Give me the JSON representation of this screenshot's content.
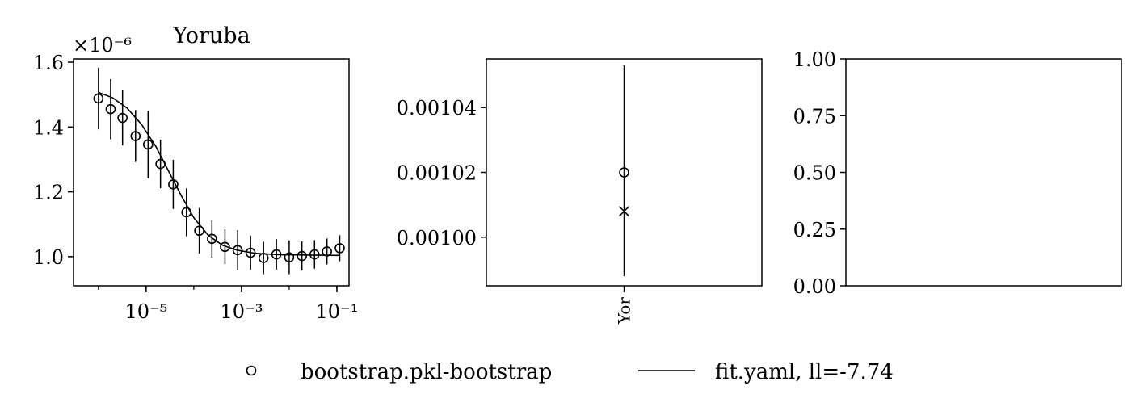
{
  "chart_data": [
    {
      "type": "scatter",
      "title": "Yoruba",
      "scale_label": "×10⁻⁶",
      "x_scale": "log",
      "xlim": [
        3e-07,
        0.18
      ],
      "ylim": [
        0.91,
        1.61
      ],
      "x_ticks": [
        1e-05,
        0.001,
        0.1
      ],
      "x_tick_labels": [
        "10⁻⁵",
        "10⁻³",
        "10⁻¹"
      ],
      "y_ticks": [
        1.0,
        1.2,
        1.4,
        1.6
      ],
      "y_tick_labels": [
        "1.0",
        "1.2",
        "1.4",
        "1.6"
      ],
      "series": [
        {
          "name": "bootstrap.pkl-bootstrap",
          "style": "open-circle-errorbar",
          "points": [
            {
              "x": 1e-06,
              "y": 1.488,
              "err": 0.095
            },
            {
              "x": 1.8e-06,
              "y": 1.455,
              "err": 0.093
            },
            {
              "x": 3.2e-06,
              "y": 1.428,
              "err": 0.085
            },
            {
              "x": 6e-06,
              "y": 1.372,
              "err": 0.08
            },
            {
              "x": 1.1e-05,
              "y": 1.346,
              "err": 0.104
            },
            {
              "x": 2e-05,
              "y": 1.286,
              "err": 0.075
            },
            {
              "x": 3.7e-05,
              "y": 1.223,
              "err": 0.076
            },
            {
              "x": 7e-05,
              "y": 1.137,
              "err": 0.074
            },
            {
              "x": 0.00013,
              "y": 1.08,
              "err": 0.07
            },
            {
              "x": 0.00024,
              "y": 1.055,
              "err": 0.058
            },
            {
              "x": 0.00045,
              "y": 1.03,
              "err": 0.054
            },
            {
              "x": 0.00083,
              "y": 1.02,
              "err": 0.062
            },
            {
              "x": 0.00155,
              "y": 1.012,
              "err": 0.053
            },
            {
              "x": 0.0029,
              "y": 0.996,
              "err": 0.05
            },
            {
              "x": 0.0054,
              "y": 1.007,
              "err": 0.047
            },
            {
              "x": 0.01,
              "y": 0.998,
              "err": 0.052
            },
            {
              "x": 0.0185,
              "y": 1.002,
              "err": 0.045
            },
            {
              "x": 0.034,
              "y": 1.007,
              "err": 0.044
            },
            {
              "x": 0.062,
              "y": 1.016,
              "err": 0.04
            },
            {
              "x": 0.115,
              "y": 1.026,
              "err": 0.04
            }
          ]
        },
        {
          "name": "fit.yaml, ll=-7.74",
          "style": "line",
          "points": [
            {
              "x": 1e-06,
              "y": 1.507
            },
            {
              "x": 2e-06,
              "y": 1.49
            },
            {
              "x": 4e-06,
              "y": 1.458
            },
            {
              "x": 8e-06,
              "y": 1.408
            },
            {
              "x": 1.6e-05,
              "y": 1.34
            },
            {
              "x": 3e-05,
              "y": 1.262
            },
            {
              "x": 5.5e-05,
              "y": 1.187
            },
            {
              "x": 0.0001,
              "y": 1.12
            },
            {
              "x": 0.0002,
              "y": 1.066
            },
            {
              "x": 0.0004,
              "y": 1.035
            },
            {
              "x": 0.0008,
              "y": 1.02
            },
            {
              "x": 0.002,
              "y": 1.01
            },
            {
              "x": 0.006,
              "y": 1.006
            },
            {
              "x": 0.02,
              "y": 1.005
            },
            {
              "x": 0.115,
              "y": 1.004
            }
          ]
        }
      ]
    },
    {
      "type": "scatter",
      "categories": [
        "Yor"
      ],
      "ylim": [
        0.000985,
        0.001055
      ],
      "y_ticks": [
        0.001,
        0.00102,
        0.00104
      ],
      "y_tick_labels": [
        "0.00100",
        "0.00102",
        "0.00104"
      ],
      "points": [
        {
          "category": "Yor",
          "marker": "open-circle",
          "y": 0.00102,
          "err_low": 0.000988,
          "err_high": 0.001053
        },
        {
          "category": "Yor",
          "marker": "x",
          "y": 0.001008
        }
      ]
    },
    {
      "type": "scatter",
      "empty": true,
      "ylim": [
        0,
        1
      ],
      "y_ticks": [
        0,
        0.25,
        0.5,
        0.75,
        1.0
      ],
      "y_tick_labels": [
        "0.00",
        "0.25",
        "0.50",
        "0.75",
        "1.00"
      ]
    }
  ],
  "legend": {
    "placement": "bottom-center",
    "entries": [
      {
        "label": "bootstrap.pkl-bootstrap",
        "marker": "open-circle"
      },
      {
        "label": "fit.yaml, ll=-7.74",
        "marker": "line"
      }
    ]
  }
}
